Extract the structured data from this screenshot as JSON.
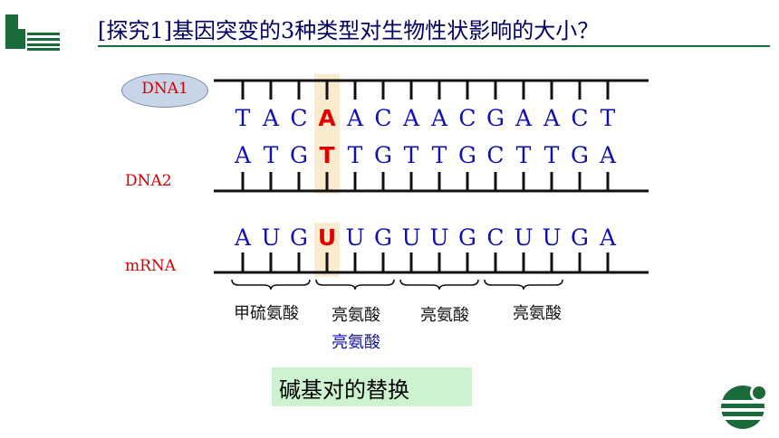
{
  "slide": {
    "title": "[探究1]基因突变的3种类型对生物性状影响的大小？"
  },
  "strands": {
    "dna1_label": "DNA1",
    "dna2_label": "DNA2",
    "mrna_label": "mRNA",
    "dna1_bases": [
      "T",
      "A",
      "C",
      "A",
      "A",
      "C",
      "A",
      "A",
      "C",
      "G",
      "A",
      "A",
      "C",
      "T"
    ],
    "dna2_bases": [
      "A",
      "T",
      "G",
      "T",
      "T",
      "G",
      "T",
      "T",
      "G",
      "C",
      "T",
      "T",
      "G",
      "A"
    ],
    "mrna_bases": [
      "A",
      "U",
      "G",
      "U",
      "U",
      "G",
      "U",
      "U",
      "G",
      "C",
      "U",
      "U",
      "G",
      "A"
    ],
    "mutation_index": 3
  },
  "codons": {
    "labels": [
      "甲硫氨酸",
      "亮氨酸",
      "亮氨酸",
      "亮氨酸"
    ],
    "mutant_label": "亮氨酸"
  },
  "answer": {
    "text": "碱基对的替换"
  },
  "colors": {
    "title": "#000060",
    "bases": "#1010b0",
    "mutation": "#e00000",
    "label": "#d40000",
    "highlight": "#faebcf",
    "answer_bg": "#cdf2cf",
    "logo_green": "#1a6a3a"
  }
}
